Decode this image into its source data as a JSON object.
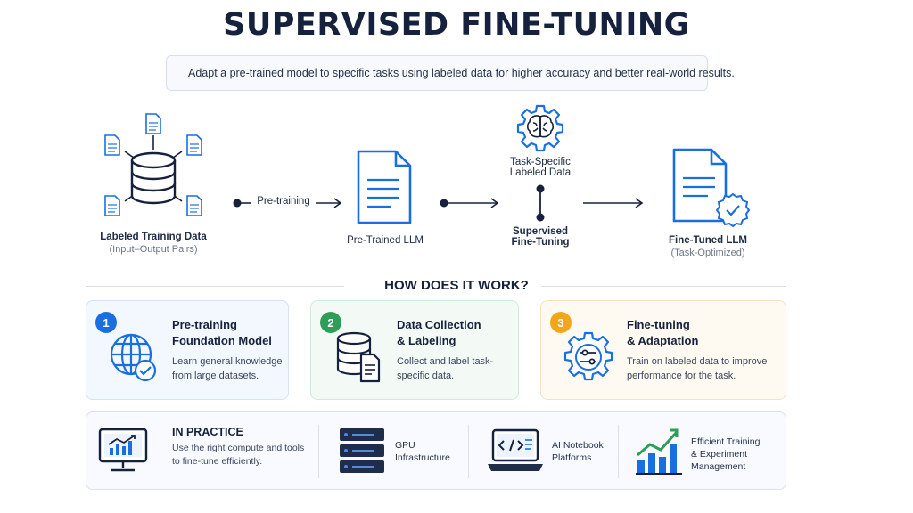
{
  "title": "SUPERVISED FINE-TUNING",
  "subtitle": "Adapt a pre-trained model to specific tasks using labeled data for higher accuracy and better real-world results.",
  "flow": {
    "training_data": {
      "label": "Labeled Training Data",
      "sub": "(Input–Output Pairs)"
    },
    "arrow_pretraining": "Pre-training",
    "pretrained_llm": "Pre-Trained LLM",
    "task_data": {
      "line1": "Task-Specific",
      "line2": "Labeled Data"
    },
    "sft": {
      "line1": "Supervised",
      "line2": "Fine-Tuning"
    },
    "finetuned_llm": {
      "label": "Fine-Tuned LLM",
      "sub": "(Task-Optimized)"
    }
  },
  "how_title": "HOW DOES IT WORK?",
  "steps": [
    {
      "num": "1",
      "title": "Pre-training\nFoundation Model",
      "desc": "Learn general knowledge from large datasets.",
      "color": "#1a6fe0"
    },
    {
      "num": "2",
      "title": "Data Collection\n& Labeling",
      "desc": "Collect and label task-specific data.",
      "color": "#2e9d57"
    },
    {
      "num": "3",
      "title": "Fine-tuning\n& Adaptation",
      "desc": "Train on labeled data to improve performance for the task.",
      "color": "#f2a71b"
    }
  ],
  "practice": {
    "title": "IN PRACTICE",
    "desc": "Use the right compute and tools to fine-tune efficiently.",
    "items": [
      {
        "label": "GPU\nInfrastructure"
      },
      {
        "label": "AI Notebook\nPlatforms"
      },
      {
        "label": "Efficient Training\n& Experiment\nManagement"
      }
    ]
  },
  "colors": {
    "blue": "#1a6fe0",
    "navy": "#16223d",
    "green": "#2e9d57",
    "orange": "#f2a71b"
  }
}
